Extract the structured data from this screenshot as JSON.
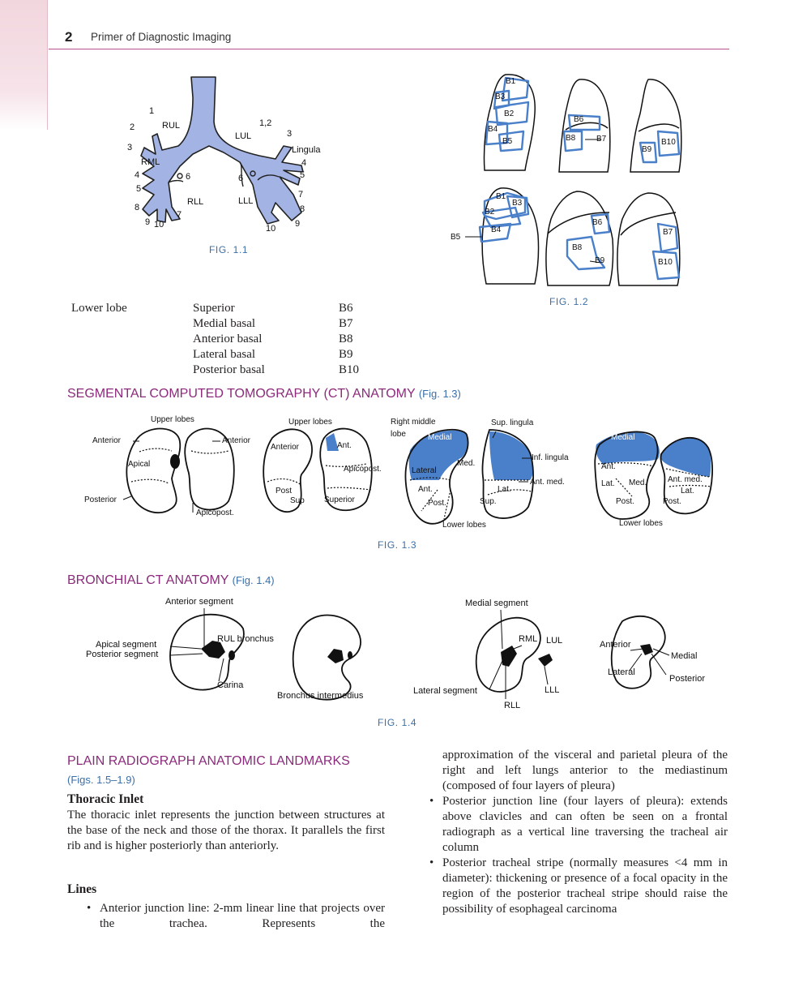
{
  "header": {
    "page_number": "2",
    "book_title": "Primer of Diagnostic Imaging"
  },
  "fig11": {
    "caption": "FIG. 1.1",
    "labels": {
      "n1": "1",
      "n2": "2",
      "rul": "RUL",
      "n3": "3",
      "rml": "RML",
      "n4": "4",
      "n5": "5",
      "n6l": "6",
      "n8": "8",
      "n9": "9",
      "n10": "10",
      "n7": "7",
      "rll": "RLL",
      "lul": "LUL",
      "n12": "1,2",
      "n3l": "3",
      "lingula": "Lingula",
      "n4l": "4",
      "n5l": "5",
      "n6r": "6",
      "lll": "LLL",
      "n7l": "7",
      "n8l": "8",
      "n9l": "9",
      "n10l": "10"
    }
  },
  "fig12": {
    "caption": "FIG. 1.2",
    "labels": {
      "b1": "B1",
      "b3": "B3",
      "b2": "B2",
      "b4": "B4",
      "b5": "B5",
      "b6": "B6",
      "b8": "B8",
      "b7": "B7",
      "b9": "B9",
      "b10": "B10",
      "b1b": "B1",
      "b3b": "B3",
      "b2b": "B2",
      "b4b": "B4",
      "b5b": "B5",
      "b6b": "B6",
      "b8b": "B8",
      "b9b": "B9",
      "b7b": "B7",
      "b10b": "B10"
    }
  },
  "lobe_table": {
    "lobe": "Lower lobe",
    "rows": [
      {
        "segment": "Superior",
        "code": "B6"
      },
      {
        "segment": "Medial basal",
        "code": "B7"
      },
      {
        "segment": "Anterior basal",
        "code": "B8"
      },
      {
        "segment": "Lateral basal",
        "code": "B9"
      },
      {
        "segment": "Posterior basal",
        "code": "B10"
      }
    ]
  },
  "section_ct": {
    "title": "SEGMENTAL COMPUTED TOMOGRAPHY (CT) ANATOMY",
    "ref": "(Fig. 1.3)"
  },
  "fig13": {
    "caption": "FIG. 1.3",
    "labels": {
      "upper1": "Upper lobes",
      "anterior1": "Anterior",
      "anterior2": "Anterior",
      "apical": "Apical",
      "posterior": "Posterior",
      "apicopost1": "Apicopost.",
      "upper2": "Upper lobes",
      "anterior3": "Anterior",
      "ant": "Ant.",
      "apicopost2": "Apicopost.",
      "post": "Post",
      "sup": "Sup",
      "superior": "Superior",
      "rml": "Right middle\nlobe",
      "suplingula": "Sup. lingula",
      "medial1": "Medial",
      "med": "Med.",
      "lateral": "Lateral",
      "inflingula": "Inf. lingula",
      "antmed1": "Ant. med.",
      "ant2": "Ant.",
      "lat": "Lat.",
      "post2": "Post.",
      "sup2": "Sup.",
      "lower1": "Lower lobes",
      "medial2": "Medial",
      "ant3": "Ant.",
      "lat2": "Lat.",
      "med2": "Med.",
      "antmed2": "Ant. med.",
      "lat3": "Lat.",
      "post3": "Post.",
      "post4": "Post.",
      "lower2": "Lower lobes"
    }
  },
  "section_bronch": {
    "title": "BRONCHIAL CT ANATOMY",
    "ref": "(Fig. 1.4)"
  },
  "fig14": {
    "caption": "FIG. 1.4",
    "labels": {
      "antseg": "Anterior segment",
      "apical": "Apical segment",
      "postseg": "Posterior segment",
      "rul": "RUL bronchus",
      "carina": "Carina",
      "bronint": "Bronchus intermedius",
      "medseg": "Medial segment",
      "rml": "RML",
      "lul": "LUL",
      "latseg": "Lateral segment",
      "lll": "LLL",
      "rll": "RLL",
      "anterior": "Anterior",
      "medial": "Medial",
      "lateral": "Lateral",
      "posterior": "Posterior"
    }
  },
  "section_plain": {
    "title": "PLAIN RADIOGRAPH ANATOMIC LANDMARKS",
    "ref": "(Figs. 1.5–1.9)"
  },
  "thoracic_inlet": {
    "heading": "Thoracic Inlet",
    "text": "The thoracic inlet represents the junction between structures at the base of the neck and those of the thorax. It parallels the first rib and is higher posteriorly than anteriorly."
  },
  "lines": {
    "heading": "Lines",
    "item1": "Anterior junction line: 2-mm linear line that projects over the trachea. Represents the",
    "item1_cont": "approximation of the visceral and parietal pleura of the right and left lungs anterior to the mediastinum (composed of four layers of pleura)",
    "item2": "Posterior junction line (four layers of pleura): extends above clavicles and can often be seen on a frontal radiograph as a vertical line traversing the tracheal air column",
    "item3": "Posterior tracheal stripe (normally measures <4 mm in diameter): thickening or presence of a focal opacity in the region of the posterior tracheal stripe should raise the possibility of esophageal carcinoma"
  },
  "colors": {
    "lung_fill": "#a3b3e3",
    "segment_blue": "#4a7fc9",
    "heading_purple": "#8c2a7c",
    "caption_blue": "#3b6fa8"
  }
}
